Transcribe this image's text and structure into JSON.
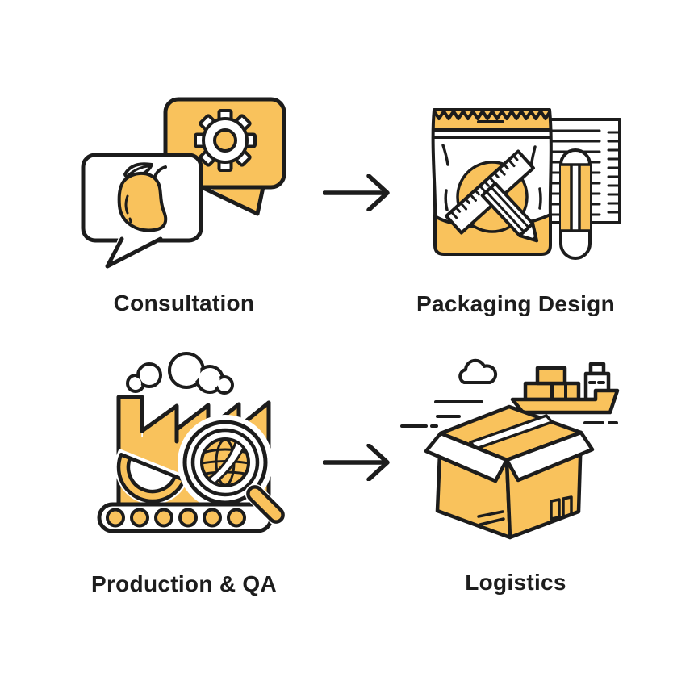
{
  "colors": {
    "accent": "#F9C25C",
    "ink": "#1C1C1C",
    "paper": "#FFFFFF",
    "text": "#1D1D1D"
  },
  "diagram_type": "process-flow",
  "steps": [
    {
      "label": "Consultation",
      "icon": "chat-bubbles-mango-gear-icon"
    },
    {
      "label": "Packaging Design",
      "icon": "pouch-ruler-pencil-icon"
    },
    {
      "label": "Production & QA",
      "icon": "factory-magnifier-conveyor-icon"
    },
    {
      "label": "Logistics",
      "icon": "shipping-box-cargo-ship-icon"
    }
  ],
  "arrows": [
    {
      "from": "Consultation",
      "to": "Packaging Design"
    },
    {
      "from": "Production & QA",
      "to": "Logistics"
    }
  ]
}
